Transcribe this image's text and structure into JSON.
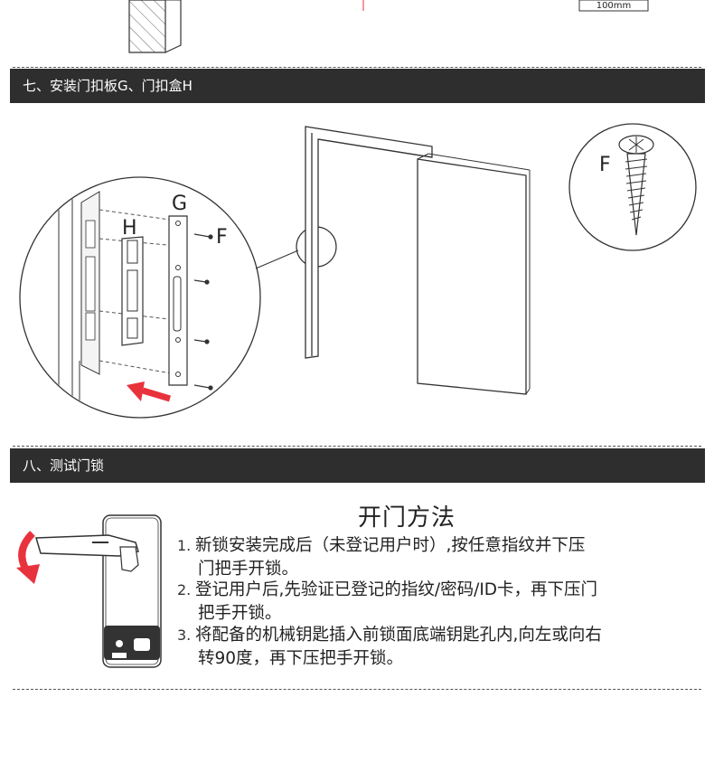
{
  "top_fragment": {
    "dimension_label": "100mm"
  },
  "section7": {
    "title": "七、安装门扣板G、门扣盒H"
  },
  "diagram7": {
    "label_g": "G",
    "label_h": "H",
    "label_f1": "F",
    "label_f2": "F"
  },
  "section8": {
    "title": "八、测试门锁"
  },
  "opening": {
    "title": "开门方法",
    "steps": [
      {
        "num": "1.",
        "line1": "新锁安装完成后（未登记用户时）,按任意指纹并下压",
        "line2": "门把手开锁。"
      },
      {
        "num": "2.",
        "line1": "登记用户后,先验证已登记的指纹/密码/ID卡，再下压门",
        "line2": "把手开锁。"
      },
      {
        "num": "3.",
        "line1": "将配备的机械钥匙插入前锁面底端钥匙孔内,向左或向右",
        "line2": "转90度，再下压把手开锁。"
      }
    ]
  },
  "colors": {
    "section_bar": "#2e2e2e",
    "arrow_red": "#e8323c"
  }
}
